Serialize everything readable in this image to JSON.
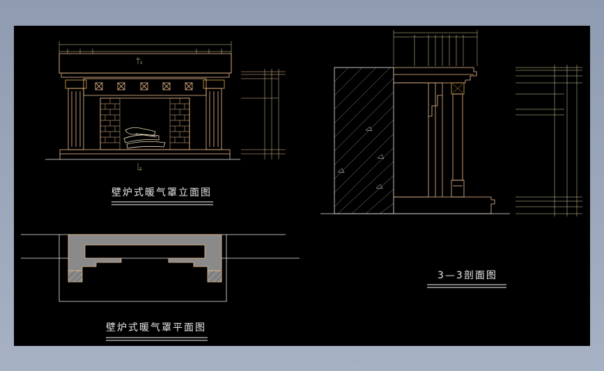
{
  "drawing": {
    "background": "#000000",
    "line_color": "#f0c090",
    "accent_color": "#e0b040",
    "titles": {
      "elevation": "壁炉式暖气罩立面图",
      "section": "3—3剖面图",
      "plan": "壁炉式暖气罩平面图"
    },
    "section_marks": {
      "top": "3",
      "bottom": "2"
    }
  }
}
